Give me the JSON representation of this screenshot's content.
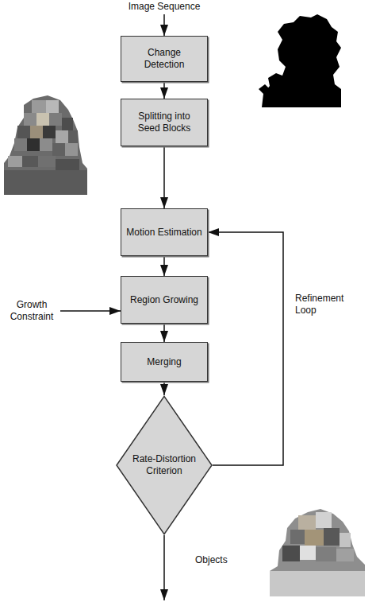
{
  "diagram": {
    "nodes": [
      {
        "text": [
          "Change Detection"
        ]
      },
      {
        "text": [
          "Splitting into Seed Blocks"
        ]
      },
      {
        "text": [
          "Motion Estimation"
        ]
      },
      {
        "text": [
          "Region Growing"
        ]
      },
      {
        "text": [
          "Merging"
        ]
      },
      {
        "text": [
          "Rate-Distortion Criterion"
        ]
      }
    ],
    "edges": [
      {
        "from": 0,
        "to": 1,
        "arrow": "to"
      },
      {
        "from": 1,
        "to": 2,
        "arrow": "to"
      },
      {
        "from": 2,
        "to": 3,
        "arrow": "to"
      },
      {
        "from": 3,
        "to": 4,
        "arrow": "to"
      },
      {
        "from": 4,
        "to": 5,
        "arrow": "to"
      },
      {
        "from": 5,
        "to": 2,
        "label": "Refinement Loop",
        "arrow": "to"
      }
    ],
    "labels": [
      "Image Sequence",
      "Growth Constraint",
      "Objects"
    ]
  }
}
